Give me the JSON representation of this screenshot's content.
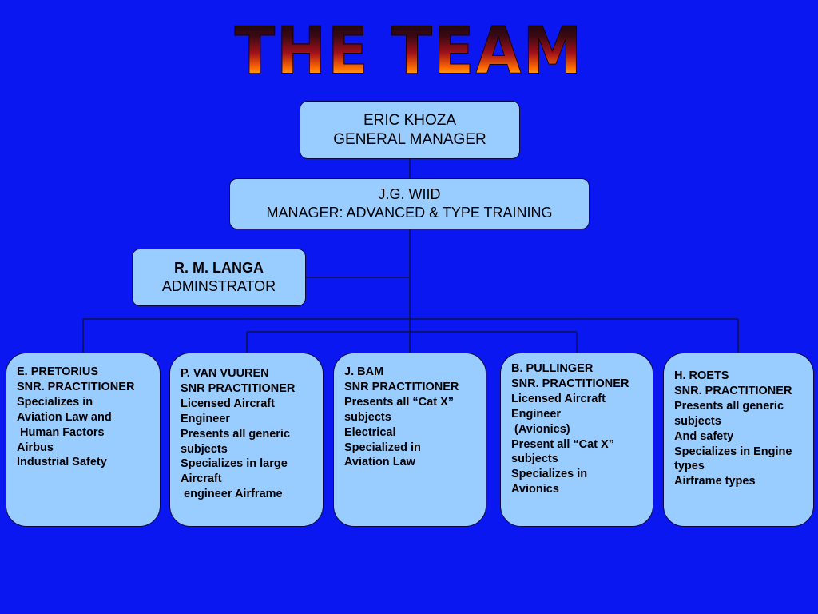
{
  "title": "THE TEAM",
  "general_manager": {
    "name": "ERIC KHOZA",
    "role": "GENERAL MANAGER"
  },
  "training_manager": {
    "name": "J.G. WIID",
    "role": "MANAGER: ADVANCED & TYPE TRAINING"
  },
  "administrator": {
    "name": "R. M. LANGA",
    "role": "ADMINSTRATOR"
  },
  "practitioners": [
    {
      "lines": [
        "E. PRETORIUS",
        "SNR. PRACTITIONER",
        "Specializes in",
        "Aviation Law and",
        " Human Factors",
        "Airbus",
        "Industrial Safety"
      ]
    },
    {
      "lines": [
        "P. VAN VUUREN",
        "SNR PRACTITIONER",
        "Licensed Aircraft",
        "Engineer",
        "Presents all generic",
        "subjects",
        "Specializes in large",
        "Aircraft",
        " engineer Airframe"
      ]
    },
    {
      "lines": [
        "J. BAM",
        "SNR PRACTITIONER",
        "Presents all “Cat X”",
        "subjects",
        "Electrical",
        "Specialized in",
        "Aviation Law"
      ]
    },
    {
      "lines": [
        "B. PULLINGER",
        "SNR. PRACTITIONER",
        "Licensed Aircraft",
        "Engineer",
        " (Avionics)",
        "Present all “Cat X”",
        "subjects",
        "Specializes in",
        "Avionics"
      ]
    },
    {
      "lines": [
        "H. ROETS",
        "SNR. PRACTITIONER",
        "Presents all generic",
        "subjects",
        "And safety",
        "Specializes in Engine",
        "types",
        "Airframe types"
      ]
    }
  ]
}
